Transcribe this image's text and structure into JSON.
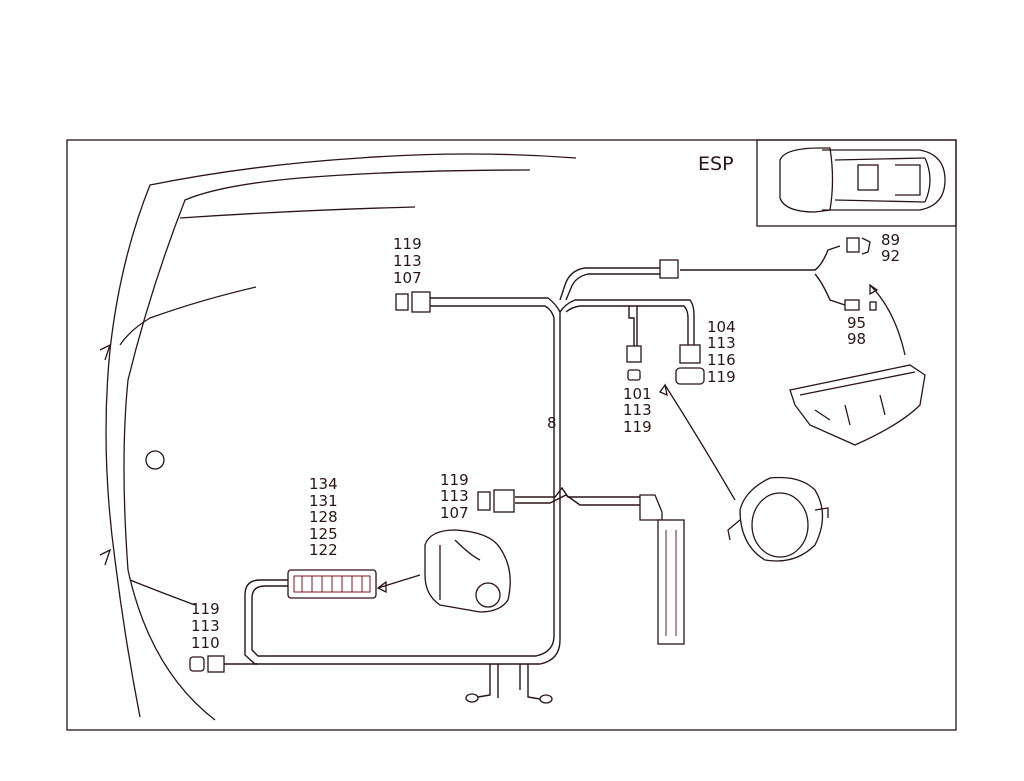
{
  "title": "ESP",
  "wire_number": "8",
  "callouts": [
    {
      "id": "plug-top-left",
      "lines": [
        "119",
        "113",
        "107"
      ]
    },
    {
      "id": "rear-connector",
      "lines": [
        "89",
        "92"
      ]
    },
    {
      "id": "rear-sensor",
      "lines": [
        "95",
        "98"
      ]
    },
    {
      "id": "round-connector",
      "lines": [
        "104",
        "113",
        "116",
        "119"
      ]
    },
    {
      "id": "small-plug",
      "lines": [
        "101",
        "113",
        "119"
      ]
    },
    {
      "id": "plug-middle",
      "lines": [
        "119",
        "113",
        "107"
      ]
    },
    {
      "id": "control-unit",
      "lines": [
        "134",
        "131",
        "128",
        "125",
        "122"
      ]
    },
    {
      "id": "front-plug",
      "lines": [
        "119",
        "113",
        "110"
      ]
    }
  ],
  "colors": {
    "line": "#2a1418",
    "accent": "#7a1a24",
    "background": "#ffffff"
  }
}
